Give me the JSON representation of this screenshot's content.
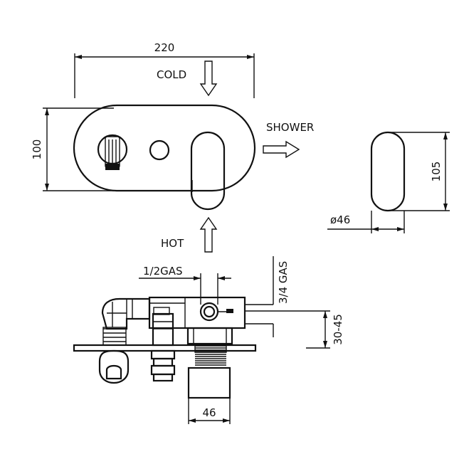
{
  "dimensions": {
    "width_top": "220",
    "height_left": "100",
    "handle_height": "105",
    "handle_diameter": "ø46",
    "inlet_size": "1/2GAS",
    "outlet_size": "3/4 GAS",
    "depth_range": "30-45",
    "body_diameter": "46"
  },
  "flow_labels": {
    "cold": "COLD",
    "hot": "HOT",
    "shower": "SHOWER"
  },
  "colors": {
    "line": "#111111",
    "background": "#ffffff"
  }
}
